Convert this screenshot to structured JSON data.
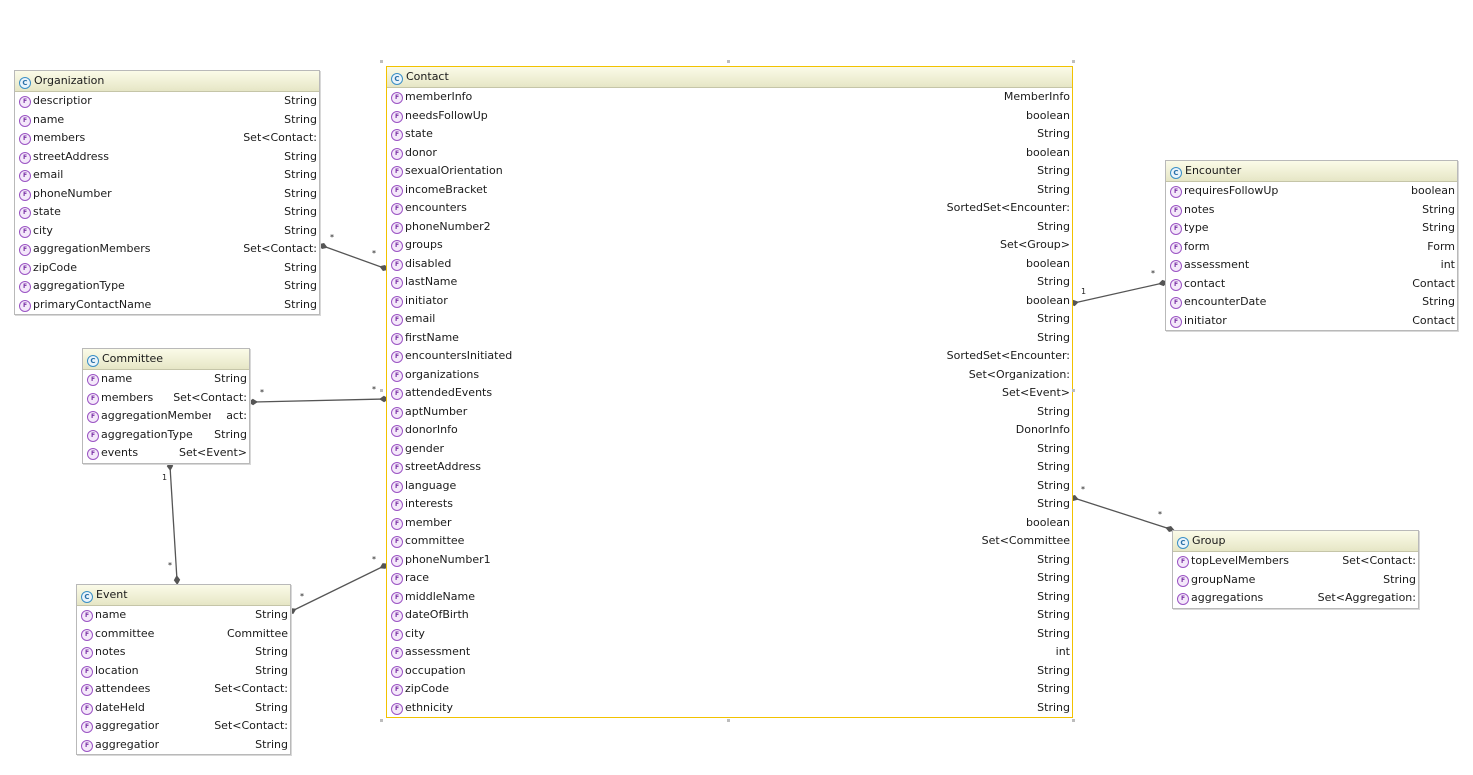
{
  "entities": {
    "organization": {
      "name": "Organization",
      "fields": [
        {
          "name": "descriptior",
          "type": "String"
        },
        {
          "name": "name",
          "type": "String"
        },
        {
          "name": "members",
          "type": "Set<Contact:"
        },
        {
          "name": "streetAddress",
          "type": "String"
        },
        {
          "name": "email",
          "type": "String"
        },
        {
          "name": "phoneNumber",
          "type": "String"
        },
        {
          "name": "state",
          "type": "String"
        },
        {
          "name": "city",
          "type": "String"
        },
        {
          "name": "aggregationMembers",
          "type": "Set<Contact:"
        },
        {
          "name": "zipCode",
          "type": "String"
        },
        {
          "name": "aggregationType",
          "type": "String"
        },
        {
          "name": "primaryContactName",
          "type": "String"
        }
      ]
    },
    "committee": {
      "name": "Committee",
      "fields": [
        {
          "name": "name",
          "type": "String"
        },
        {
          "name": "members",
          "type": "Set<Contact:"
        },
        {
          "name": "aggregationMembers",
          "type": "act:"
        },
        {
          "name": "aggregationType",
          "type": "String"
        },
        {
          "name": "events",
          "type": "Set<Event>"
        }
      ]
    },
    "event": {
      "name": "Event",
      "fields": [
        {
          "name": "name",
          "type": "String"
        },
        {
          "name": "committee",
          "type": "Committee"
        },
        {
          "name": "notes",
          "type": "String"
        },
        {
          "name": "location",
          "type": "String"
        },
        {
          "name": "attendees",
          "type": "Set<Contact:"
        },
        {
          "name": "dateHeld",
          "type": "String"
        },
        {
          "name": "aggregationMembers",
          "type": "Set<Contact:"
        },
        {
          "name": "aggregationType",
          "type": "String"
        }
      ]
    },
    "contact": {
      "name": "Contact",
      "fields": [
        {
          "name": "memberInfo",
          "type": "MemberInfo"
        },
        {
          "name": "needsFollowUp",
          "type": "boolean"
        },
        {
          "name": "state",
          "type": "String"
        },
        {
          "name": "donor",
          "type": "boolean"
        },
        {
          "name": "sexualOrientation",
          "type": "String"
        },
        {
          "name": "incomeBracket",
          "type": "String"
        },
        {
          "name": "encounters",
          "type": "SortedSet<Encounter:"
        },
        {
          "name": "phoneNumber2",
          "type": "String"
        },
        {
          "name": "groups",
          "type": "Set<Group>"
        },
        {
          "name": "disabled",
          "type": "boolean"
        },
        {
          "name": "lastName",
          "type": "String"
        },
        {
          "name": "initiator",
          "type": "boolean"
        },
        {
          "name": "email",
          "type": "String"
        },
        {
          "name": "firstName",
          "type": "String"
        },
        {
          "name": "encountersInitiated",
          "type": "SortedSet<Encounter:"
        },
        {
          "name": "organizations",
          "type": "Set<Organization:"
        },
        {
          "name": "attendedEvents",
          "type": "Set<Event>"
        },
        {
          "name": "aptNumber",
          "type": "String"
        },
        {
          "name": "donorInfo",
          "type": "DonorInfo"
        },
        {
          "name": "gender",
          "type": "String"
        },
        {
          "name": "streetAddress",
          "type": "String"
        },
        {
          "name": "language",
          "type": "String"
        },
        {
          "name": "interests",
          "type": "String"
        },
        {
          "name": "member",
          "type": "boolean"
        },
        {
          "name": "committee",
          "type": "Set<Committee"
        },
        {
          "name": "phoneNumber1",
          "type": "String"
        },
        {
          "name": "race",
          "type": "String"
        },
        {
          "name": "middleName",
          "type": "String"
        },
        {
          "name": "dateOfBirth",
          "type": "String"
        },
        {
          "name": "city",
          "type": "String"
        },
        {
          "name": "assessment",
          "type": "int"
        },
        {
          "name": "occupation",
          "type": "String"
        },
        {
          "name": "zipCode",
          "type": "String"
        },
        {
          "name": "ethnicity",
          "type": "String"
        }
      ]
    },
    "encounter": {
      "name": "Encounter",
      "fields": [
        {
          "name": "requiresFollowUp",
          "type": "boolean"
        },
        {
          "name": "notes",
          "type": "String"
        },
        {
          "name": "type",
          "type": "String"
        },
        {
          "name": "form",
          "type": "Form"
        },
        {
          "name": "assessment",
          "type": "int"
        },
        {
          "name": "contact",
          "type": "Contact"
        },
        {
          "name": "encounterDate",
          "type": "String"
        },
        {
          "name": "initiator",
          "type": "Contact"
        }
      ]
    },
    "group": {
      "name": "Group",
      "fields": [
        {
          "name": "topLevelMembers",
          "type": "Set<Contact:"
        },
        {
          "name": "groupName",
          "type": "String"
        },
        {
          "name": "aggregations",
          "type": "Set<Aggregation:"
        }
      ]
    }
  },
  "icons": {
    "class": "class-icon",
    "field": "field-icon"
  },
  "colors": {
    "selection": "#f2c200",
    "connector": "#555555",
    "header_top": "#fbfbe8",
    "header_bottom": "#e6e6c6"
  },
  "relations": [
    {
      "name": "organization-contact",
      "from": "Organization",
      "to": "Contact",
      "label_a": "*",
      "label_b": "*"
    },
    {
      "name": "committee-contact",
      "from": "Committee",
      "to": "Contact",
      "label_a": "*",
      "label_b": "*"
    },
    {
      "name": "event-contact",
      "from": "Event",
      "to": "Contact",
      "label_a": "*",
      "label_b": "*"
    },
    {
      "name": "committee-event",
      "from": "Committee",
      "to": "Event",
      "label_a": "1",
      "label_b": "*"
    },
    {
      "name": "contact-encounter",
      "from": "Contact",
      "to": "Encounter",
      "label_a": "1",
      "label_b": "*"
    },
    {
      "name": "contact-group",
      "from": "Contact",
      "to": "Group",
      "label_a": "*",
      "label_b": "*"
    }
  ]
}
